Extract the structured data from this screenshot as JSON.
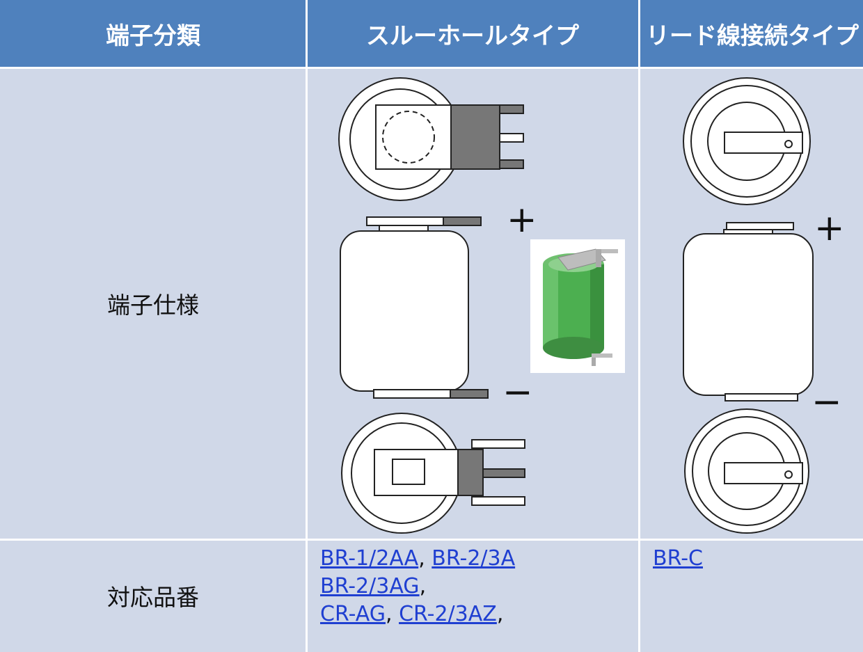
{
  "header": {
    "col1": "端子分類",
    "col2": "スルーホールタイプ",
    "col3": "リード線接続タイプ"
  },
  "rows": {
    "spec_label": "端子仕様",
    "parts_label": "対応品番"
  },
  "symbols": {
    "plus": "+",
    "minus": "−"
  },
  "through_hole_parts": [
    {
      "name": "BR-1/2AA",
      "sep": ", "
    },
    {
      "name": "BR-2/3A",
      "sep": ""
    },
    {
      "name": "BR-2/3AG",
      "sep": ","
    },
    {
      "name": "CR-AG",
      "sep": ", "
    },
    {
      "name": "CR-2/3AZ",
      "sep": ","
    }
  ],
  "lead_wire_parts": [
    {
      "name": "BR-C",
      "sep": ""
    }
  ],
  "colors": {
    "header_bg": "#4f81bd",
    "body_bg": "#d0d8e8",
    "link": "#1f3fd1",
    "battery_green": "#4caf50"
  }
}
